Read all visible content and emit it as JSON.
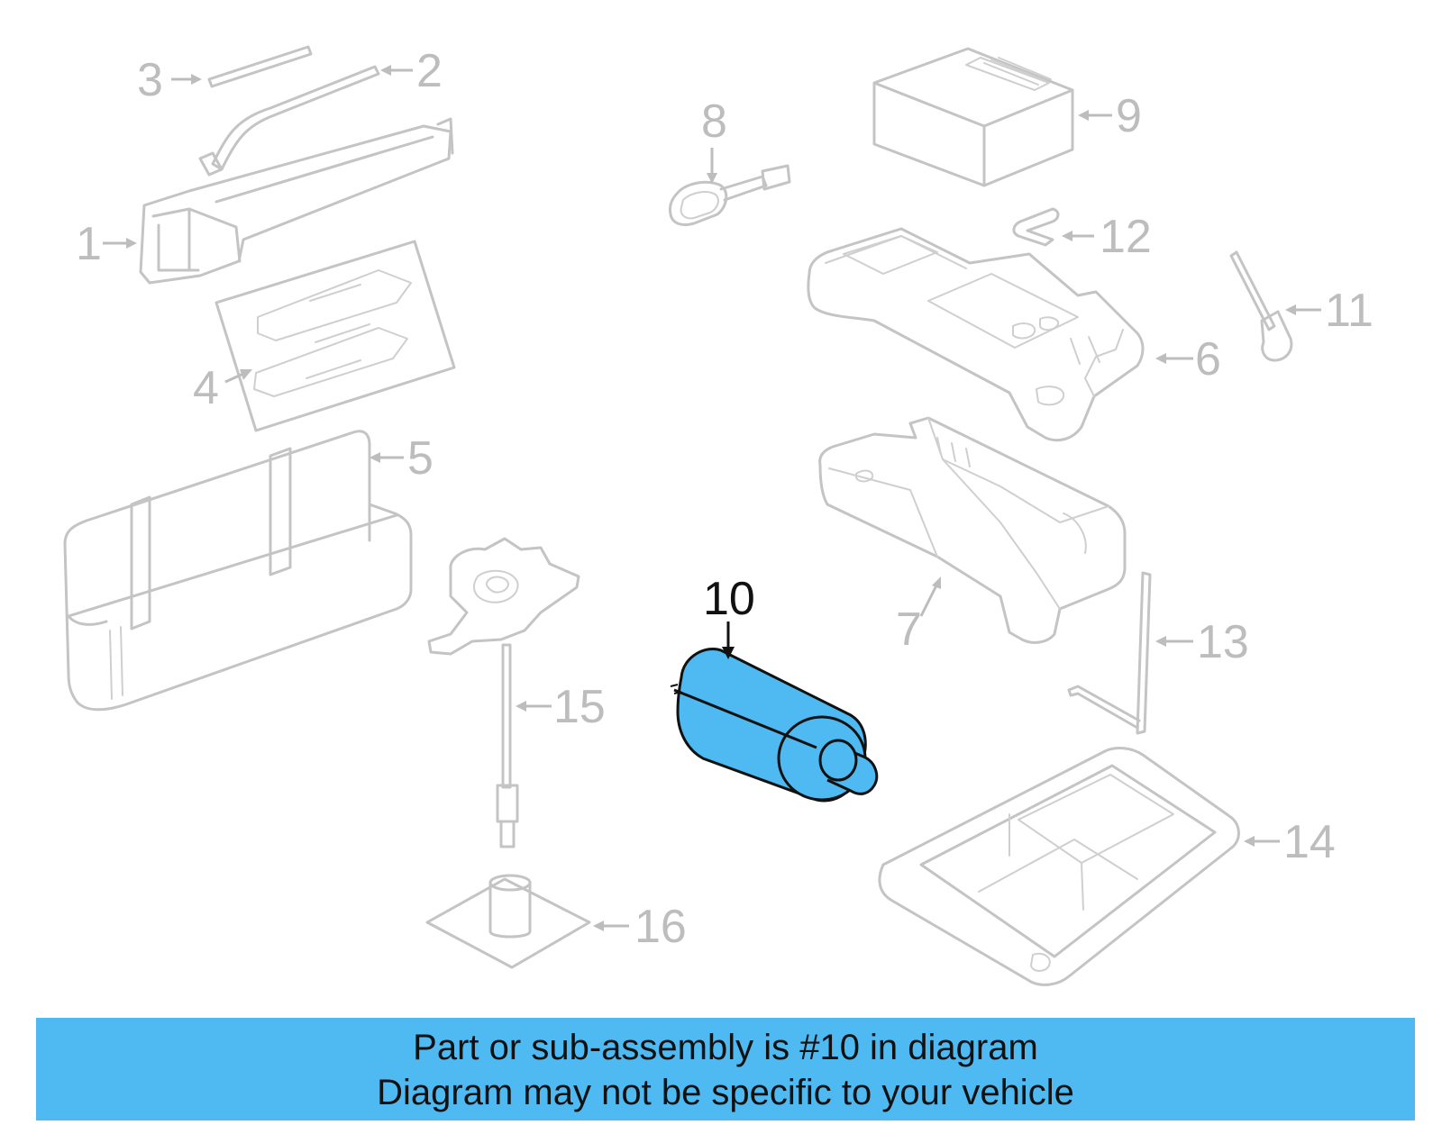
{
  "diagram": {
    "highlight_color": "#4fb9f1",
    "highlighted_part": "10",
    "callouts": {
      "c1": "1",
      "c2": "2",
      "c3": "3",
      "c4": "4",
      "c5": "5",
      "c6": "6",
      "c7": "7",
      "c8": "8",
      "c9": "9",
      "c10": "10",
      "c11": "11",
      "c12": "12",
      "c13": "13",
      "c14": "14",
      "c15": "15",
      "c16": "16"
    }
  },
  "banner": {
    "line1": "Part or sub-assembly is #10 in diagram",
    "line2": "Diagram may not be specific to your vehicle",
    "background": "#4fb9f1"
  }
}
